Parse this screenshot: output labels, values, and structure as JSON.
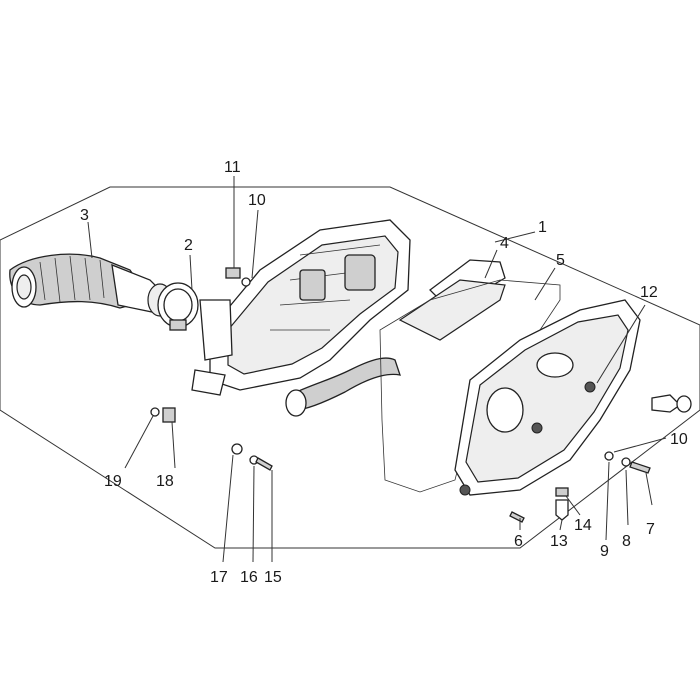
{
  "diagram": {
    "type": "exploded-parts-diagram",
    "callouts": [
      {
        "id": "c1",
        "label": "1"
      },
      {
        "id": "c2",
        "label": "2"
      },
      {
        "id": "c3",
        "label": "3"
      },
      {
        "id": "c4",
        "label": "4"
      },
      {
        "id": "c5",
        "label": "5"
      },
      {
        "id": "c6",
        "label": "6"
      },
      {
        "id": "c7",
        "label": "7"
      },
      {
        "id": "c8",
        "label": "8"
      },
      {
        "id": "c9",
        "label": "9"
      },
      {
        "id": "c10a",
        "label": "10"
      },
      {
        "id": "c10b",
        "label": "10"
      },
      {
        "id": "c11",
        "label": "11"
      },
      {
        "id": "c12",
        "label": "12"
      },
      {
        "id": "c13",
        "label": "13"
      },
      {
        "id": "c14",
        "label": "14"
      },
      {
        "id": "c15",
        "label": "15"
      },
      {
        "id": "c16",
        "label": "16"
      },
      {
        "id": "c17",
        "label": "17"
      },
      {
        "id": "c18",
        "label": "18"
      },
      {
        "id": "c19",
        "label": "19"
      }
    ],
    "colors": {
      "line": "#222222",
      "fill_grey": "#cfcfcf",
      "background": "#ffffff"
    }
  }
}
